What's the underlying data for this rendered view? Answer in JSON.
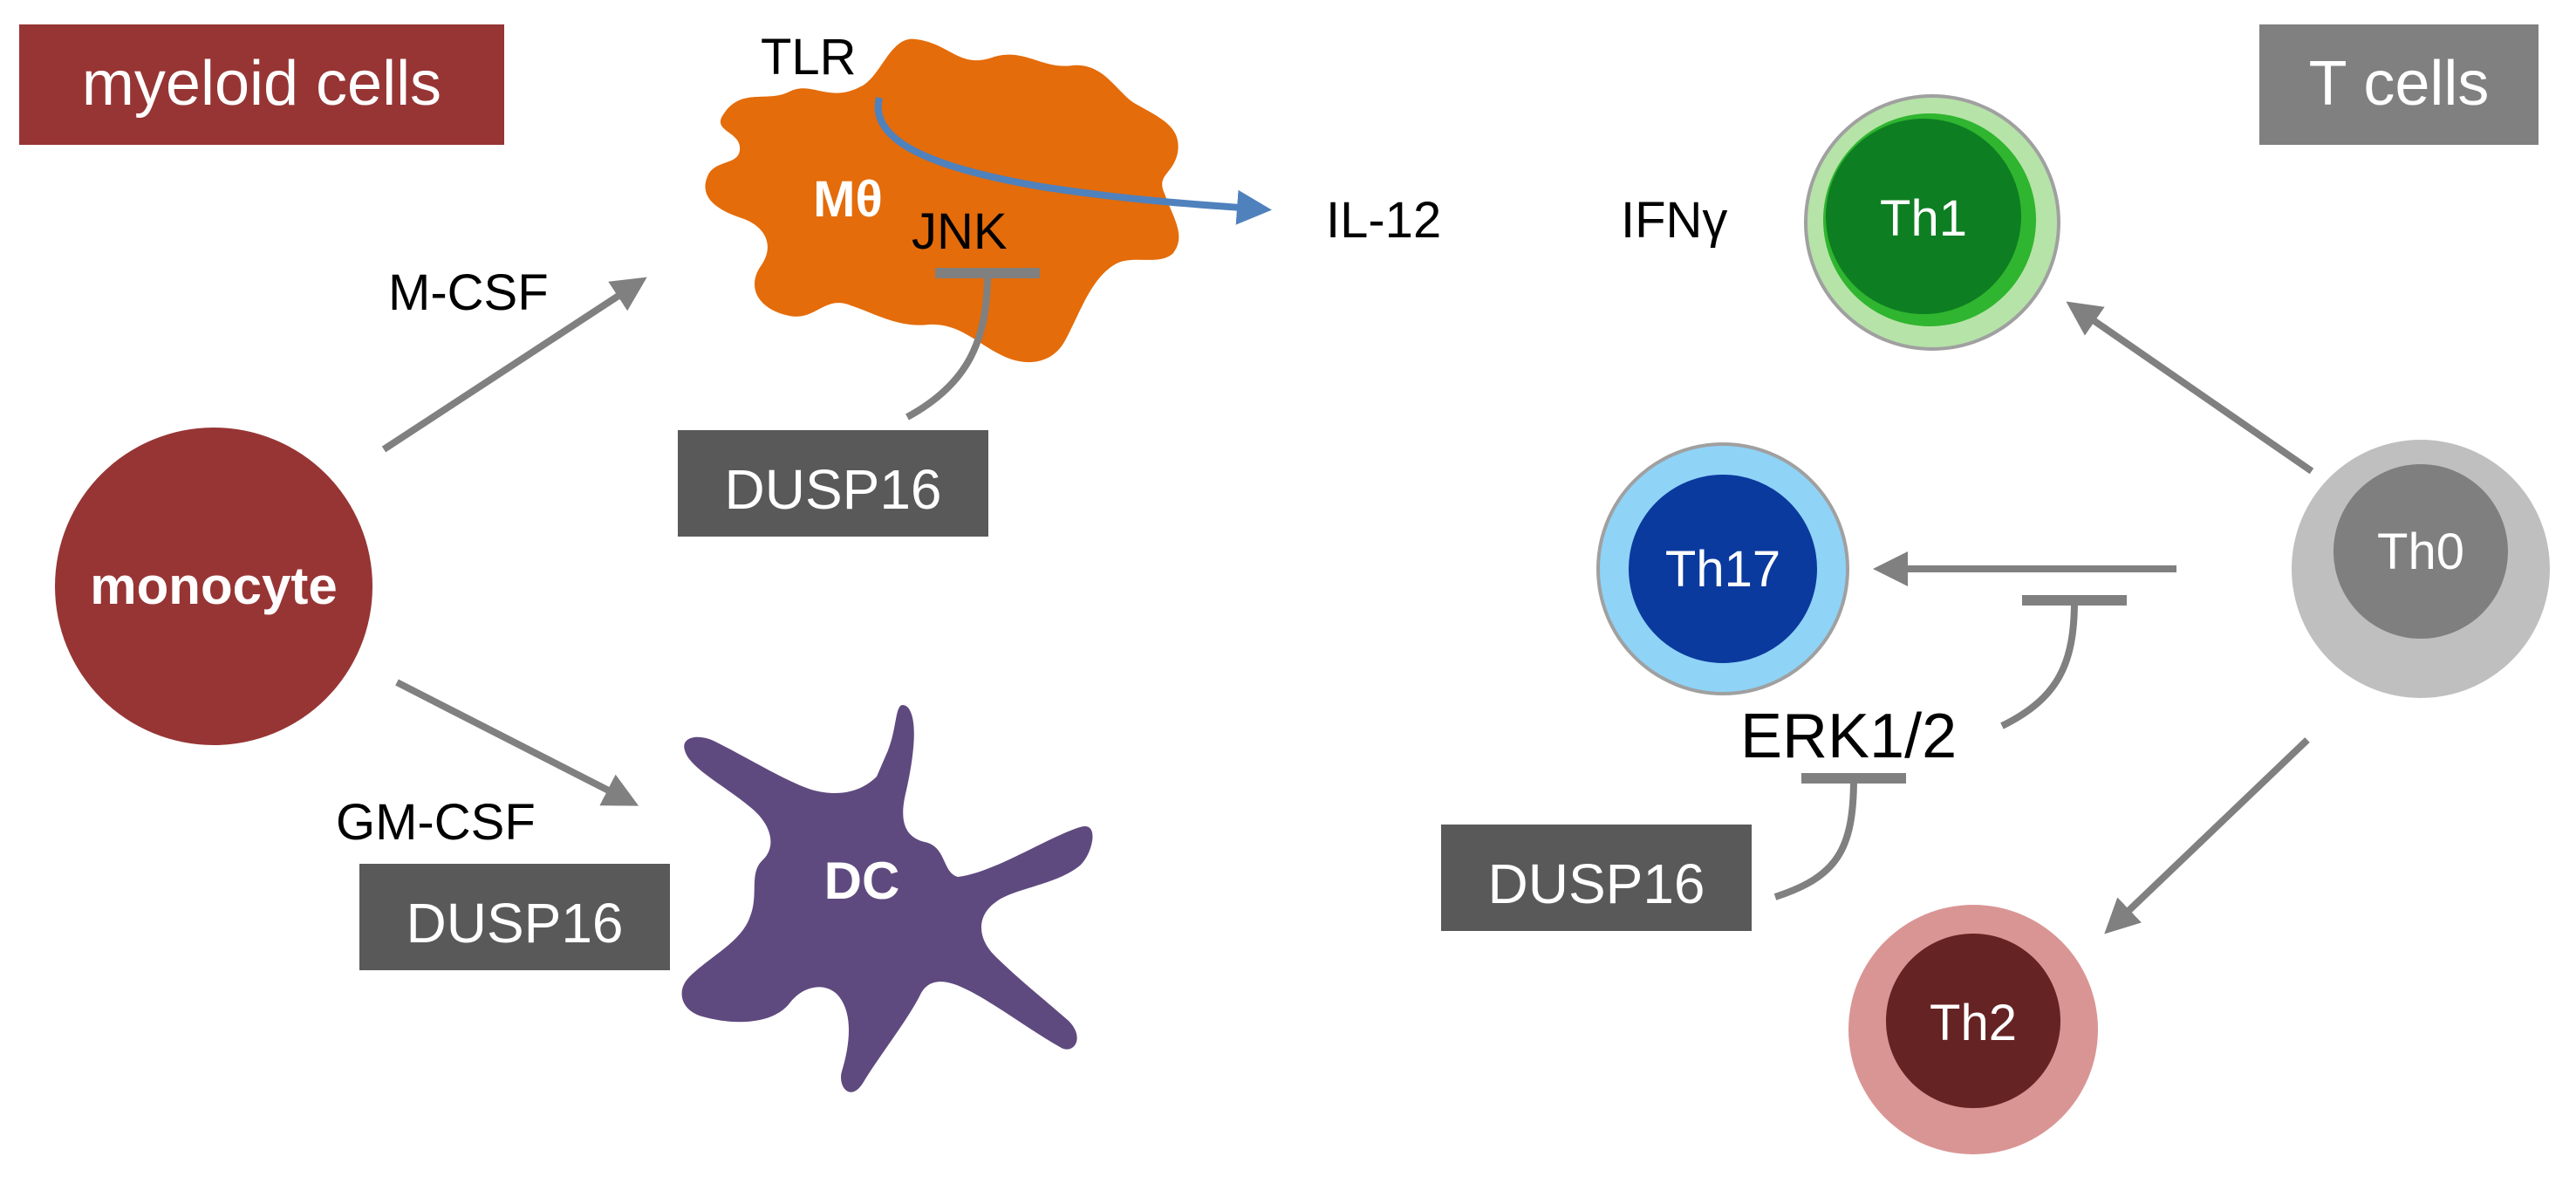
{
  "colors": {
    "myeloid_box": "#973535",
    "tcell_box": "#808080",
    "dusp_box": "#595959",
    "monocyte": "#973535",
    "macrophage": "#E46C0A",
    "dc": "#5F4A7F",
    "arrow_gray": "#808080",
    "arrow_blue": "#4F81BD",
    "th1_inner": "#0E7E22",
    "th1_outer": "#B6E3A8",
    "th17_inner": "#0B3A9E",
    "th17_outer": "#8FD3F7",
    "th0_inner": "#7F7F7F",
    "th0_outer": "#BFBFBF",
    "th2_inner": "#662323",
    "th2_outer": "#D99594"
  },
  "headers": {
    "myeloid": "myeloid cells",
    "tcells": "T cells"
  },
  "cells": {
    "monocyte": "monocyte",
    "macrophage": "Mθ",
    "dc": "DC",
    "th1": "Th1",
    "th17": "Th17",
    "th0": "Th0",
    "th2": "Th2"
  },
  "labels": {
    "tlr": "TLR",
    "jnk": "JNK",
    "il12": "IL-12",
    "ifng": "IFNγ",
    "mcsf": "M-CSF",
    "gmcsf": "GM-CSF",
    "erk": "ERK1/2"
  },
  "dusp": {
    "macrophage": "DUSP16",
    "dc": "DUSP16",
    "tcell": "DUSP16"
  }
}
